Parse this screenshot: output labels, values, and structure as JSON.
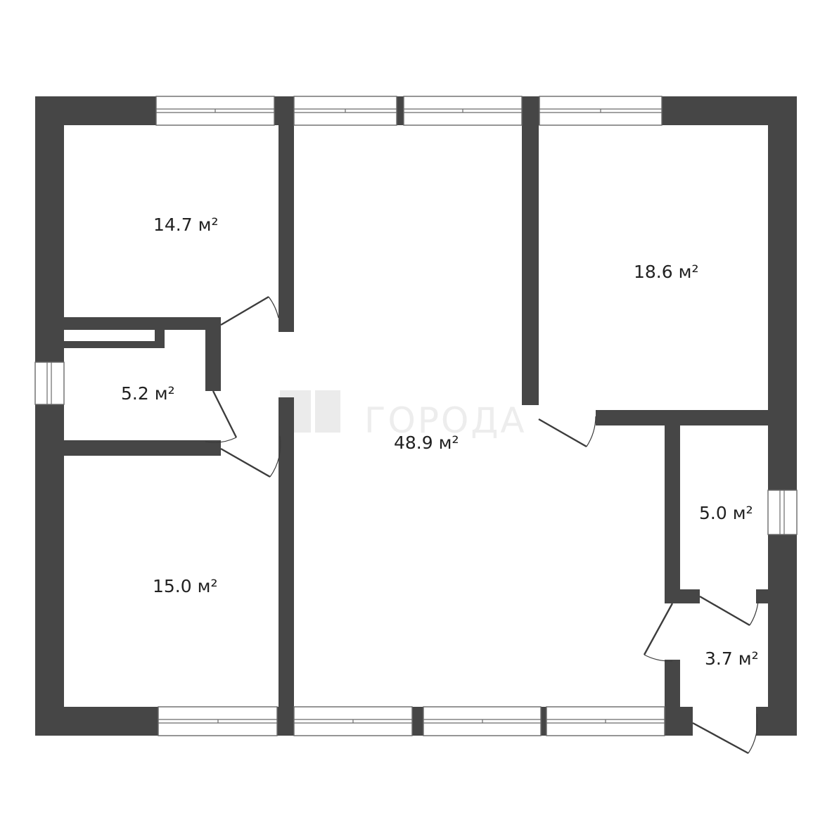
{
  "watermark": {
    "text": "ГОРОДА"
  },
  "rooms": [
    {
      "id": "bedroom-top-left",
      "area": "14.7 м²"
    },
    {
      "id": "bedroom-top-right",
      "area": "18.6 м²"
    },
    {
      "id": "small-room-left",
      "area": "5.2 м²"
    },
    {
      "id": "living-main",
      "area": "48.9 м²"
    },
    {
      "id": "bathroom-right",
      "area": "5.0 м²"
    },
    {
      "id": "bedroom-bottom-left",
      "area": "15.0 м²"
    },
    {
      "id": "entrance-hall",
      "area": "3.7 м²"
    }
  ],
  "colors": {
    "wall": "#464646",
    "background": "#ffffff"
  }
}
